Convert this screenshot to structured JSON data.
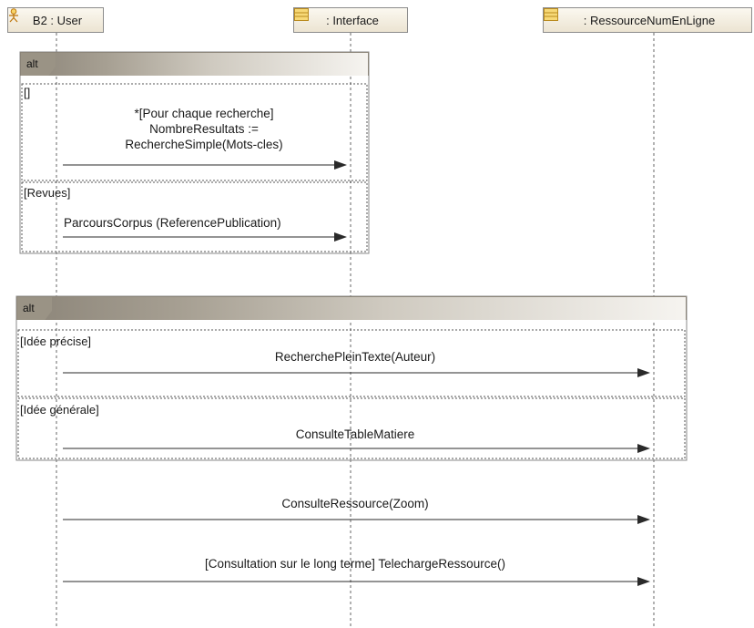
{
  "lifelines": [
    {
      "label": "B2 : User",
      "icon": "actor-icon"
    },
    {
      "label": ": Interface",
      "icon": "class-icon"
    },
    {
      "label": ": RessourceNumEnLigne",
      "icon": "class-icon"
    }
  ],
  "fragments": [
    {
      "operator": "alt",
      "operands": [
        {
          "guard": "[]",
          "messages": [
            "*[Pour chaque recherche]",
            "NombreResultats :=",
            "RechercheSimple(Mots-cles)"
          ]
        },
        {
          "guard": "[Revues]",
          "messages": [
            "ParcoursCorpus (ReferencePublication)"
          ]
        }
      ]
    },
    {
      "operator": "alt",
      "operands": [
        {
          "guard": "[Idée précise]",
          "messages": [
            "RecherchePleinTexte(Auteur)"
          ]
        },
        {
          "guard": "[Idée générale]",
          "messages": [
            "ConsulteTableMatiere"
          ]
        }
      ]
    }
  ],
  "messages": [
    {
      "label": "ConsulteRessource(Zoom)"
    },
    {
      "label": "[Consultation sur le long terme] TelechargeRessource()"
    }
  ],
  "colors": {
    "header_fill": "#f1ebdd",
    "frame_tag": "#9a9385",
    "line": "#333333"
  }
}
